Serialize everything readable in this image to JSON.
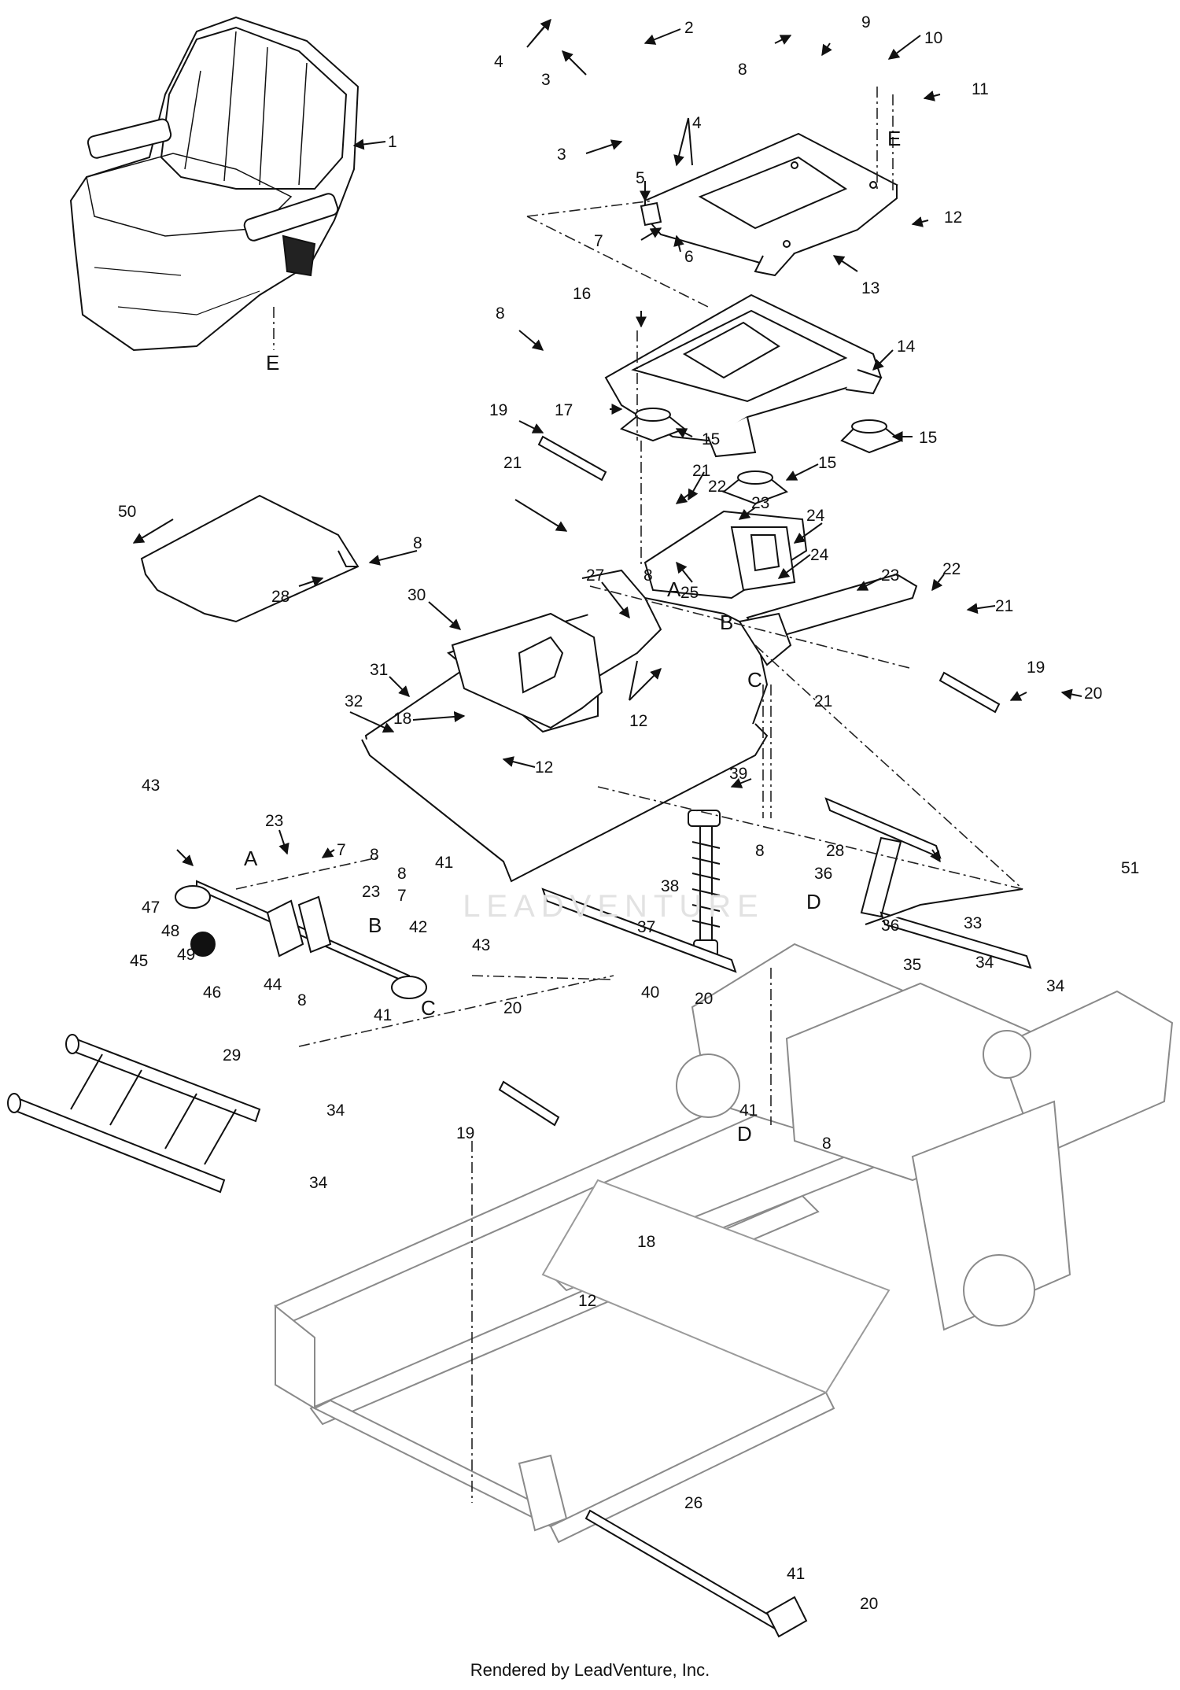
{
  "diagram": {
    "callouts": [
      {
        "label": "1"
      },
      {
        "label": "2"
      },
      {
        "label": "3"
      },
      {
        "label": "3"
      },
      {
        "label": "4"
      },
      {
        "label": "4"
      },
      {
        "label": "5"
      },
      {
        "label": "6"
      },
      {
        "label": "7"
      },
      {
        "label": "8"
      },
      {
        "label": "9"
      },
      {
        "label": "10"
      },
      {
        "label": "11"
      },
      {
        "label": "12"
      },
      {
        "label": "13"
      },
      {
        "label": "8"
      },
      {
        "label": "16"
      },
      {
        "label": "14"
      },
      {
        "label": "17"
      },
      {
        "label": "19"
      },
      {
        "label": "15"
      },
      {
        "label": "15"
      },
      {
        "label": "15"
      },
      {
        "label": "21"
      },
      {
        "label": "22"
      },
      {
        "label": "23"
      },
      {
        "label": "21"
      },
      {
        "label": "24"
      },
      {
        "label": "24"
      },
      {
        "label": "25"
      },
      {
        "label": "23"
      },
      {
        "label": "22"
      },
      {
        "label": "21"
      },
      {
        "label": "27"
      },
      {
        "label": "8"
      },
      {
        "label": "50"
      },
      {
        "label": "8"
      },
      {
        "label": "28"
      },
      {
        "label": "30"
      },
      {
        "label": "31"
      },
      {
        "label": "12"
      },
      {
        "label": "21"
      },
      {
        "label": "19"
      },
      {
        "label": "20"
      },
      {
        "label": "32"
      },
      {
        "label": "18"
      },
      {
        "label": "12"
      },
      {
        "label": "39"
      },
      {
        "label": "43"
      },
      {
        "label": "23"
      },
      {
        "label": "7"
      },
      {
        "label": "8"
      },
      {
        "label": "8"
      },
      {
        "label": "7"
      },
      {
        "label": "41"
      },
      {
        "label": "38"
      },
      {
        "label": "8"
      },
      {
        "label": "28"
      },
      {
        "label": "36"
      },
      {
        "label": "51"
      },
      {
        "label": "47"
      },
      {
        "label": "23"
      },
      {
        "label": "48"
      },
      {
        "label": "49"
      },
      {
        "label": "37"
      },
      {
        "label": "42"
      },
      {
        "label": "36"
      },
      {
        "label": "33"
      },
      {
        "label": "45"
      },
      {
        "label": "46"
      },
      {
        "label": "44"
      },
      {
        "label": "43"
      },
      {
        "label": "35"
      },
      {
        "label": "34"
      },
      {
        "label": "34"
      },
      {
        "label": "40"
      },
      {
        "label": "8"
      },
      {
        "label": "41"
      },
      {
        "label": "20"
      },
      {
        "label": "20"
      },
      {
        "label": "29"
      },
      {
        "label": "34"
      },
      {
        "label": "19"
      },
      {
        "label": "41"
      },
      {
        "label": "8"
      },
      {
        "label": "34"
      },
      {
        "label": "18"
      },
      {
        "label": "12"
      },
      {
        "label": "26"
      },
      {
        "label": "41"
      },
      {
        "label": "20"
      }
    ],
    "letters": [
      {
        "label": "E"
      },
      {
        "label": "E"
      },
      {
        "label": "A"
      },
      {
        "label": "B"
      },
      {
        "label": "C"
      },
      {
        "label": "A"
      },
      {
        "label": "B"
      },
      {
        "label": "C"
      },
      {
        "label": "D"
      },
      {
        "label": "D"
      }
    ]
  },
  "watermark": "LEADVENTURE",
  "footer": "Rendered by LeadVenture, Inc."
}
